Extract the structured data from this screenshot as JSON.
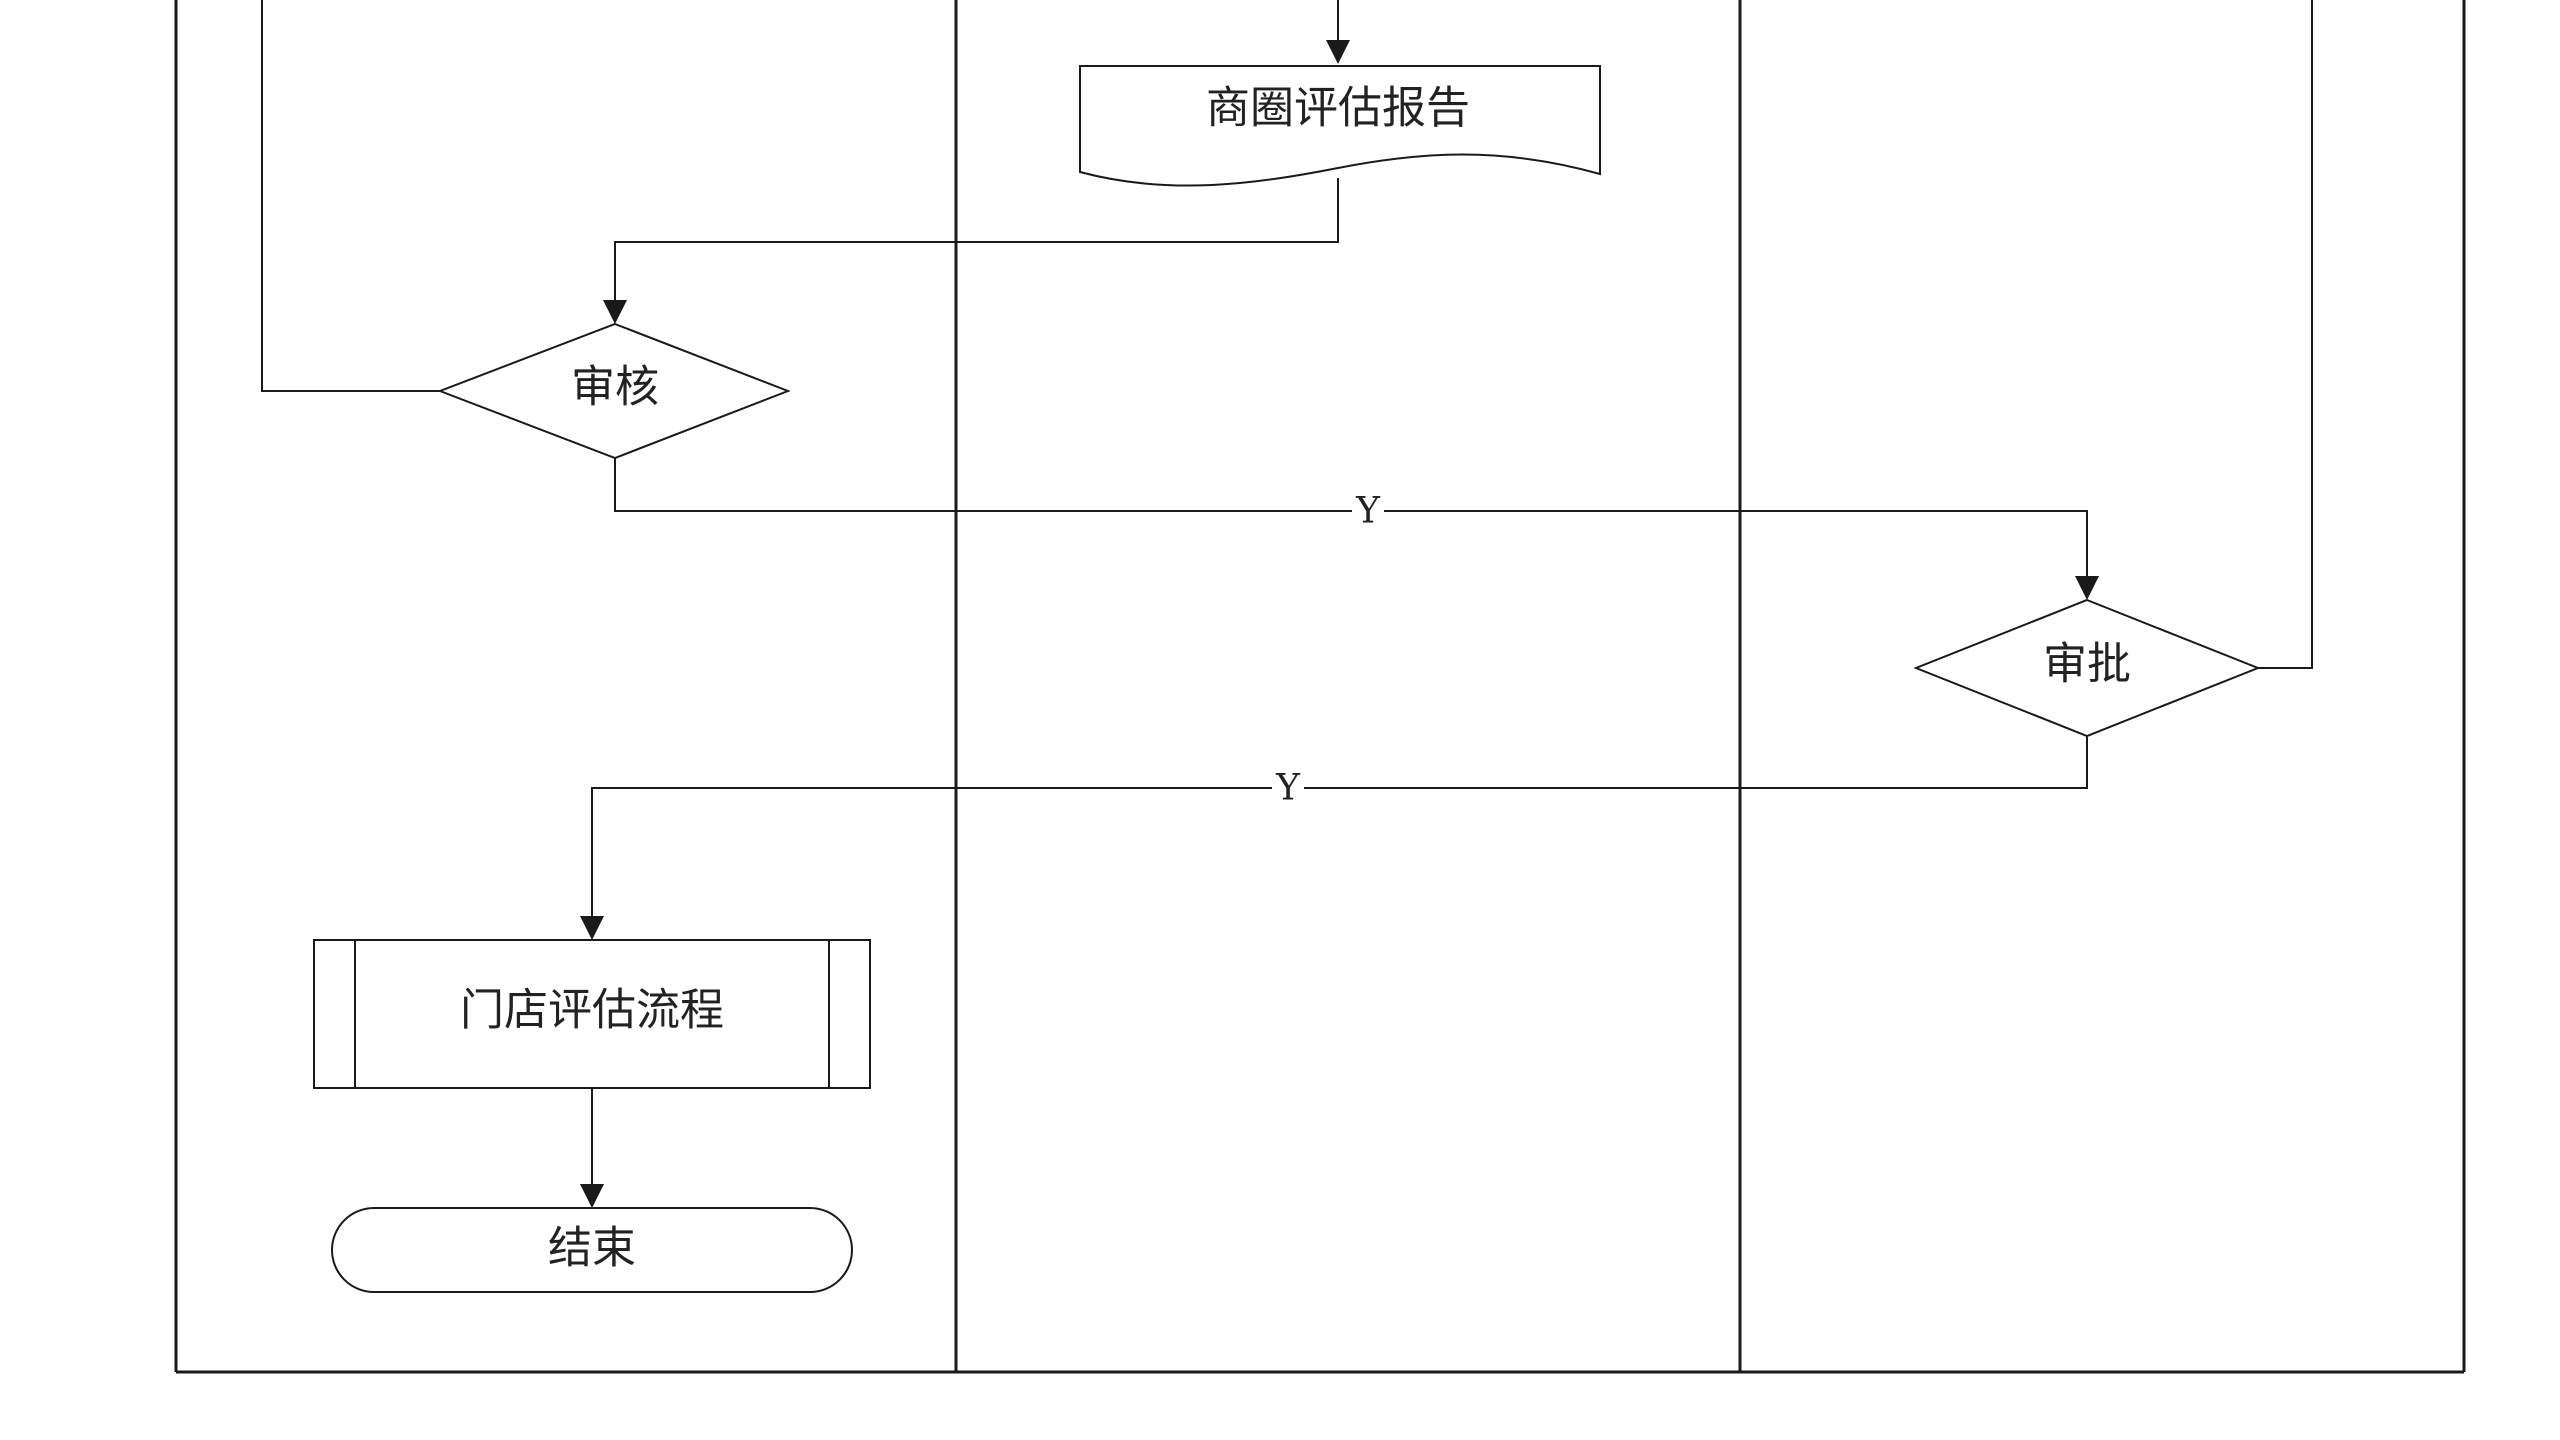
{
  "flowchart": {
    "nodes": {
      "report": {
        "label": "商圈评估报告",
        "kind": "document"
      },
      "review": {
        "label": "审核",
        "kind": "decision"
      },
      "approve": {
        "label": "审批",
        "kind": "decision"
      },
      "store_eval": {
        "label": "门店评估流程",
        "kind": "predefined-process"
      },
      "end": {
        "label": "结束",
        "kind": "terminator"
      }
    },
    "edges": {
      "review_to_approve": {
        "label": "Y"
      },
      "approve_to_store_eval": {
        "label": "Y"
      }
    }
  }
}
